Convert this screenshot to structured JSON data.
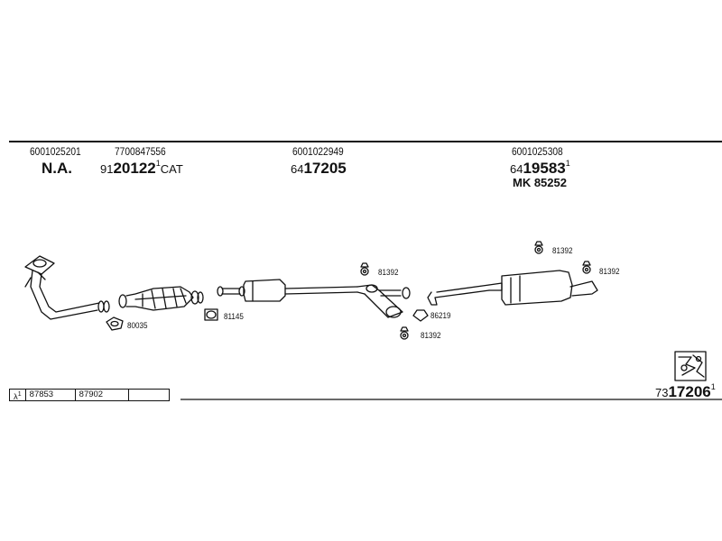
{
  "header": {
    "col1": {
      "part_no": "6001025201",
      "code": "N.A."
    },
    "col2": {
      "part_no": "7700847556",
      "prefix": "91",
      "code": "20122",
      "sup": "1",
      "suffix": "CAT"
    },
    "col3": {
      "part_no": "6001022949",
      "prefix": "64",
      "code": "17205"
    },
    "col4": {
      "part_no": "6001025308",
      "prefix": "64",
      "code": "19583",
      "sup": "1",
      "kit": "MK  85252"
    }
  },
  "parts": {
    "gasket_front": "80035",
    "clamp": "81145",
    "hanger_mid": "81392",
    "hanger_low": "81392",
    "gasket_mid": "86219",
    "hanger_rear_top": "81392",
    "hanger_rear_right": "81392"
  },
  "legend": {
    "symbol": "λ",
    "sup": "1",
    "v1": "87853",
    "v2": "87902",
    "v3": ""
  },
  "footer": {
    "prefix": "73",
    "code": "17206",
    "sup": "1"
  }
}
